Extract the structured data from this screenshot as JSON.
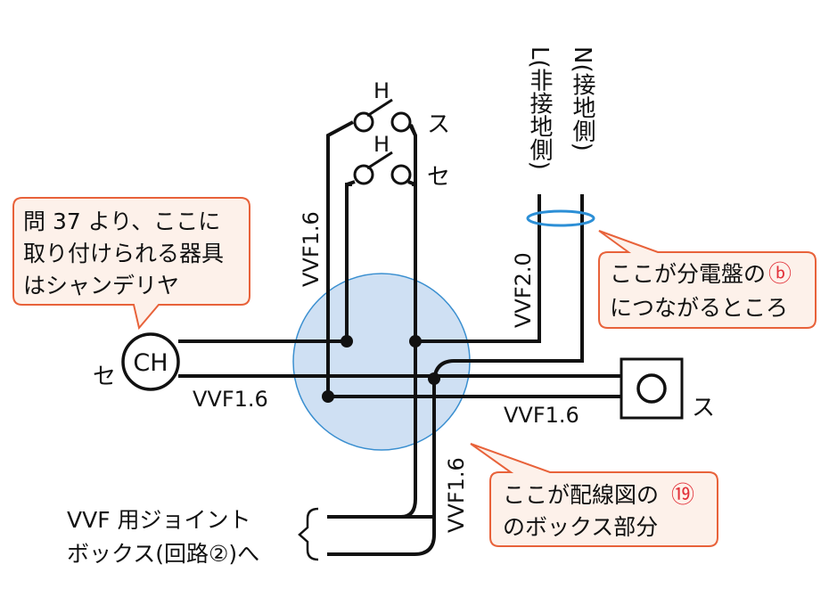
{
  "supply": {
    "line_label": "L(非接地側)",
    "neutral_label": "N(接地側)"
  },
  "switches": {
    "switch_letter_top": "H",
    "switch_letter_bottom": "H",
    "switch_target_top": "ス",
    "switch_target_bottom": "セ"
  },
  "cables": {
    "vvf_switch": "VVF1.6",
    "vvf_supply": "VVF2.0",
    "vvf_left": "VVF1.6",
    "vvf_right": "VVF1.6",
    "vvf_bottom": "VVF1.6"
  },
  "fixtures": {
    "ch_symbol": "CH",
    "ch_side_label": "セ",
    "outlet_side_label": "ス"
  },
  "callouts": {
    "fixture_note": [
      "問 37 より、ここに",
      "取り付けられる器具",
      "はシャンデリヤ"
    ],
    "panel_note": [
      "ここが分電盤の",
      "につながるところ"
    ],
    "panel_marker": "ⓑ",
    "box_note": [
      "ここが配線図の",
      "のボックス部分"
    ],
    "box_marker": "⑲"
  },
  "bottom_note": [
    "VVF 用ジョイント",
    "ボックス(回路②)へ"
  ],
  "colors": {
    "junction_fill": "#cfe0f3",
    "junction_stroke": "#3a8fd0",
    "callout_border": "#e8623a",
    "callout_bg": "#fdf1ea",
    "marker_color": "#e2323a",
    "cable_tie": "#2c8fd6"
  }
}
